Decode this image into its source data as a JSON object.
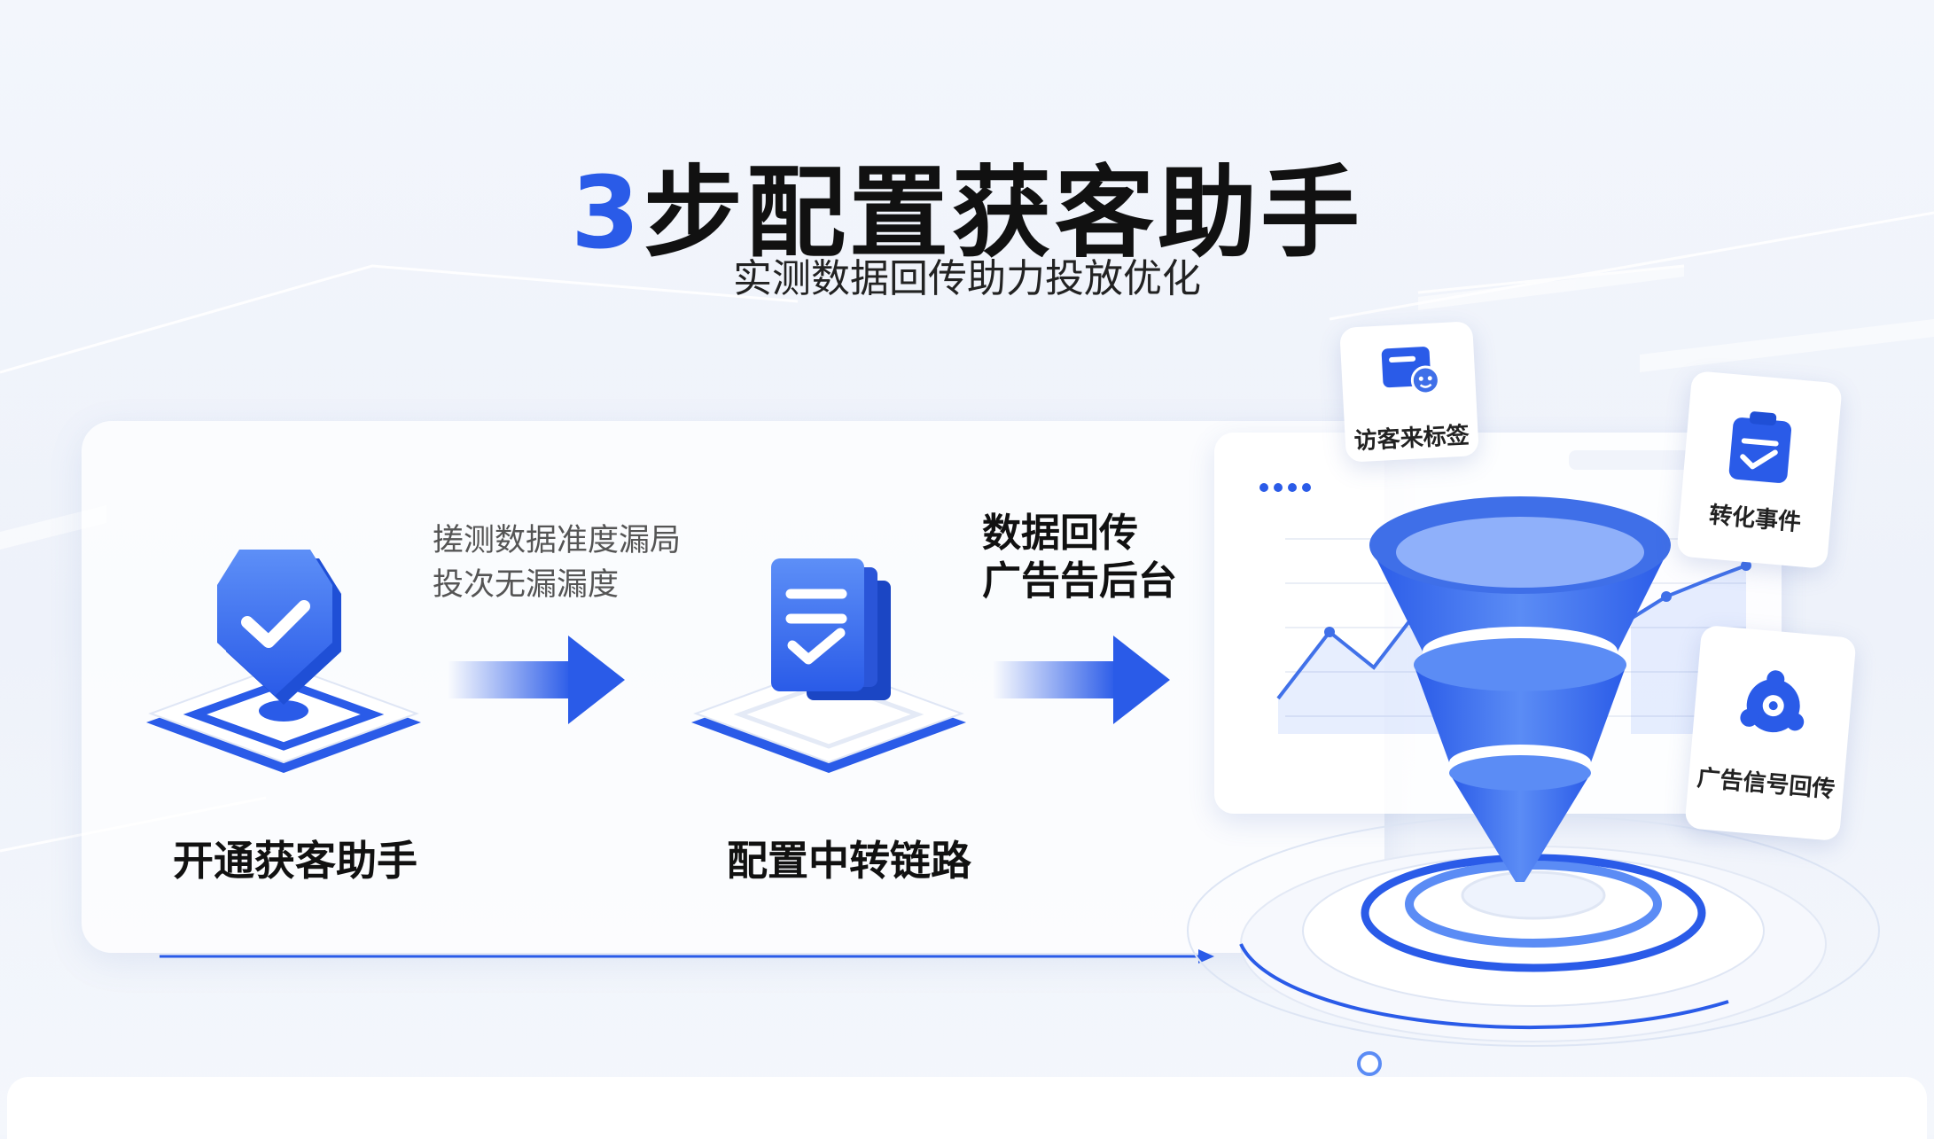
{
  "title": {
    "number": "3",
    "text": "步配置获客助手"
  },
  "subtitle": "实测数据回传助力投放优化",
  "steps": [
    {
      "label": "开通获客助手",
      "icon": "shield-check-icon"
    },
    {
      "label": "配置中转链路",
      "icon": "document-stack-icon"
    }
  ],
  "notes": {
    "note1_line1": "搓测数据准度漏局",
    "note1_line2": "投次无漏漏度",
    "note2_line1": "数据回传",
    "note2_line2": "广告告后台"
  },
  "cards": [
    {
      "label": "访客来标签",
      "icon": "visitor-tag-icon"
    },
    {
      "label": "转化事件",
      "icon": "conversion-event-icon"
    },
    {
      "label": "广告信号回传",
      "icon": "ad-signal-icon"
    }
  ],
  "colors": {
    "accent": "#2a5be8",
    "accent_light": "#5b8cf5",
    "text": "#111111"
  }
}
